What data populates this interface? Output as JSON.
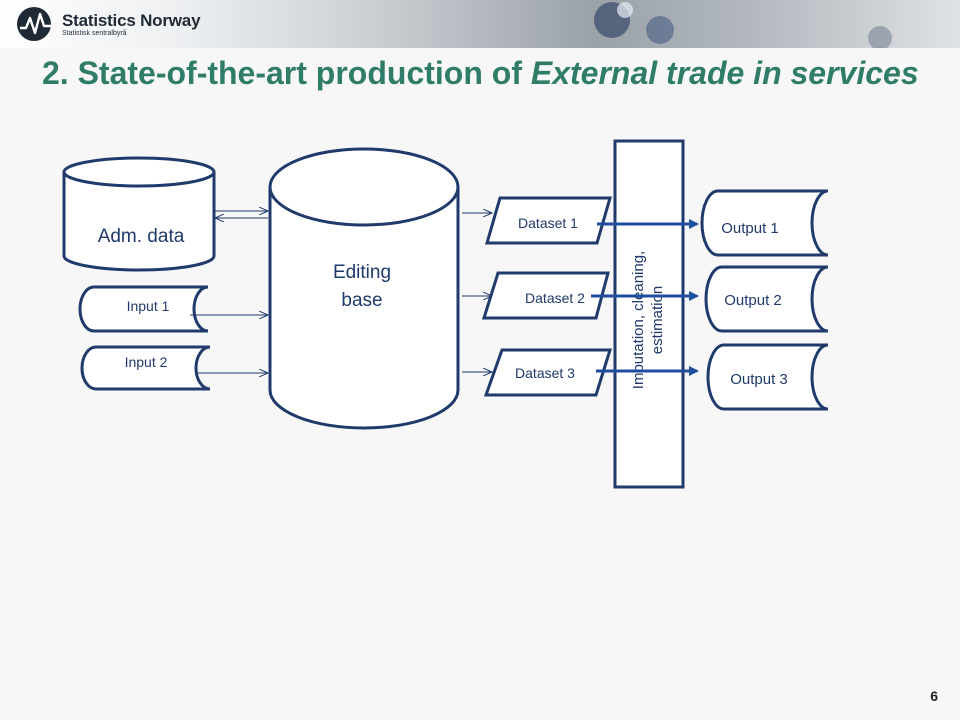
{
  "header": {
    "org_name": "Statistics Norway",
    "org_subtitle": "Statistisk sentralbyrå"
  },
  "slide": {
    "title_prefix": "2. State-of-the-art production of ",
    "title_emphasis": "External trade in services",
    "page_number": "6"
  },
  "diagram": {
    "adm_data": "Adm. data",
    "input_1": "Input 1",
    "input_2": "Input 2",
    "editing_base_line1": "Editing",
    "editing_base_line2": "base",
    "datasets": [
      "Dataset 1",
      "Dataset 2",
      "Dataset 3"
    ],
    "process_line1": "Imputation, cleaning,",
    "process_line2": "estimation",
    "outputs": [
      "Output  1",
      "Output 2",
      "Output 3"
    ]
  },
  "colors": {
    "title": "#2f7d68",
    "stroke": "#1f3a6b",
    "arrow": "#1f4e9e"
  }
}
